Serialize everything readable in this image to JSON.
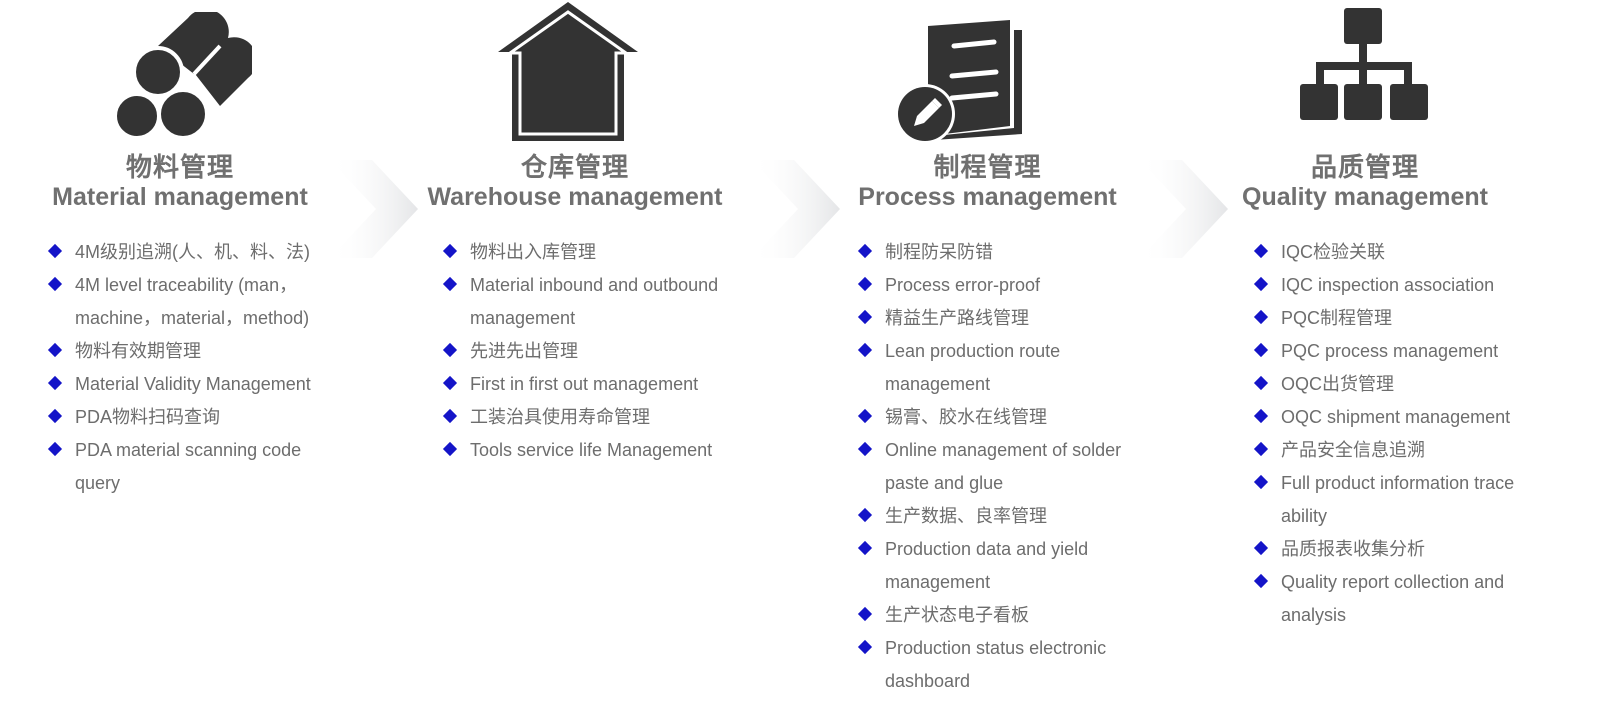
{
  "colors": {
    "icon": "#333333",
    "title": "#707070",
    "text": "#6d6d6d",
    "bullet": "#1414c8",
    "arrow": "#e4e5e7"
  },
  "columns": [
    {
      "icon": "pipes-icon",
      "title_zh": "物料管理",
      "title_en": "Material management",
      "items": [
        "4M级别追溯(人、机、料、法)",
        "4M level traceability (man，machine，material，method)",
        "物料有效期管理",
        "Material Validity Management",
        "PDA物料扫码查询",
        "PDA material scanning code query"
      ]
    },
    {
      "icon": "house-icon",
      "title_zh": "仓库管理",
      "title_en": "Warehouse management",
      "items": [
        "物料出入库管理",
        "Material inbound and outbound management",
        "先进先出管理",
        "First in first out management",
        "工装治具使用寿命管理",
        "Tools service life Management"
      ]
    },
    {
      "icon": "book-pencil-icon",
      "title_zh": "制程管理",
      "title_en": "Process management",
      "items": [
        "制程防呆防错",
        "Process error-proof",
        "精益生产路线管理",
        "Lean production route management",
        "锡膏、胶水在线管理",
        "Online management of solder paste and glue",
        "生产数据、良率管理",
        "Production data and yield management",
        "生产状态电子看板",
        "Production status electronic dashboard"
      ]
    },
    {
      "icon": "hierarchy-icon",
      "title_zh": "品质管理",
      "title_en": "Quality management",
      "items": [
        "IQC检验关联",
        "IQC inspection association",
        "PQC制程管理",
        "PQC process management",
        "OQC出货管理",
        "OQC shipment management",
        "产品安全信息追溯",
        "Full product information trace ability",
        "品质报表收集分析",
        "Quality report collection and analysis"
      ]
    }
  ]
}
